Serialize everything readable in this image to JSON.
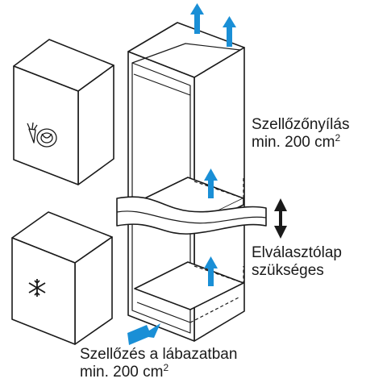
{
  "labels": {
    "vent_top_line1": "Szellőzőnyílás",
    "vent_top_line2": "min. 200 cm",
    "vent_top_sup": "2",
    "divider_line1": "Elválasztólap",
    "divider_line2": "szükséges",
    "vent_base_line1": "Szellőzés a lábazatban",
    "vent_base_line2": "min. 200 cm",
    "vent_base_sup": "2"
  },
  "colors": {
    "line": "#1a1a1a",
    "arrow_blue": "#1a8fd6",
    "panel_fill": "#ffffff"
  },
  "icons": {
    "fridge_door": "vegetables-icon",
    "freezer_door": "snowflake-icon"
  }
}
